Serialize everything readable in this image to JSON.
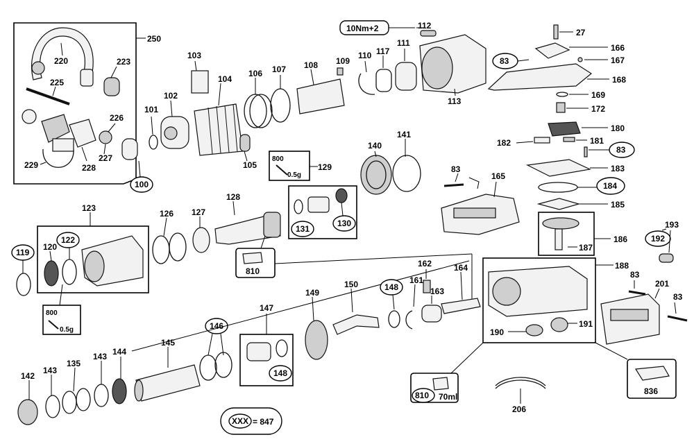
{
  "diagram": {
    "labels": {
      "l250": "250",
      "l220": "220",
      "l223": "223",
      "l225": "225",
      "l226": "226",
      "l227": "227",
      "l228": "228",
      "l229": "229",
      "l103": "103",
      "l104": "104",
      "l102": "102",
      "l101": "101",
      "l100": "100",
      "l106": "106",
      "l107": "107",
      "l108": "108",
      "l109": "109",
      "l110": "110",
      "l117": "117",
      "l111": "111",
      "l112": "112",
      "l113": "113",
      "l105": "105",
      "l27": "27",
      "l166": "166",
      "l167": "167",
      "l83a": "83",
      "l168": "168",
      "l169": "169",
      "l172": "172",
      "l180": "180",
      "l182": "182",
      "l181": "181",
      "l83b": "83",
      "l183": "183",
      "l184": "184",
      "l185": "185",
      "l83c": "83",
      "l165": "165",
      "l186": "186",
      "l187": "187",
      "l193": "193",
      "l192": "192",
      "l188": "188",
      "l83d": "83",
      "l201": "201",
      "l83e": "83",
      "l129": "129",
      "l131": "131",
      "l130": "130",
      "l140": "140",
      "l141": "141",
      "l123": "123",
      "l120": "120",
      "l122": "122",
      "l119": "119",
      "l126": "126",
      "l127": "127",
      "l128": "128",
      "l810a": "810",
      "l162": "162",
      "l164": "164",
      "l161": "161",
      "l163": "163",
      "l148a": "148",
      "l150": "150",
      "l149": "149",
      "l147": "147",
      "l148b": "148",
      "l146": "146",
      "l145": "145",
      "l144": "144",
      "l142": "142",
      "l143a": "143",
      "l135": "135",
      "l143b": "143",
      "l190": "190",
      "l191": "191",
      "l836": "836",
      "l206": "206",
      "l810b": "810",
      "l70ml": "70ml"
    },
    "torque": "10Nm+2",
    "grease_box_1": {
      "id": "800",
      "qty": "0.5g"
    },
    "grease_box_2": {
      "id": "800",
      "qty": "0.5g"
    },
    "legend": {
      "code": "XXX",
      "equals": "= 847"
    }
  }
}
